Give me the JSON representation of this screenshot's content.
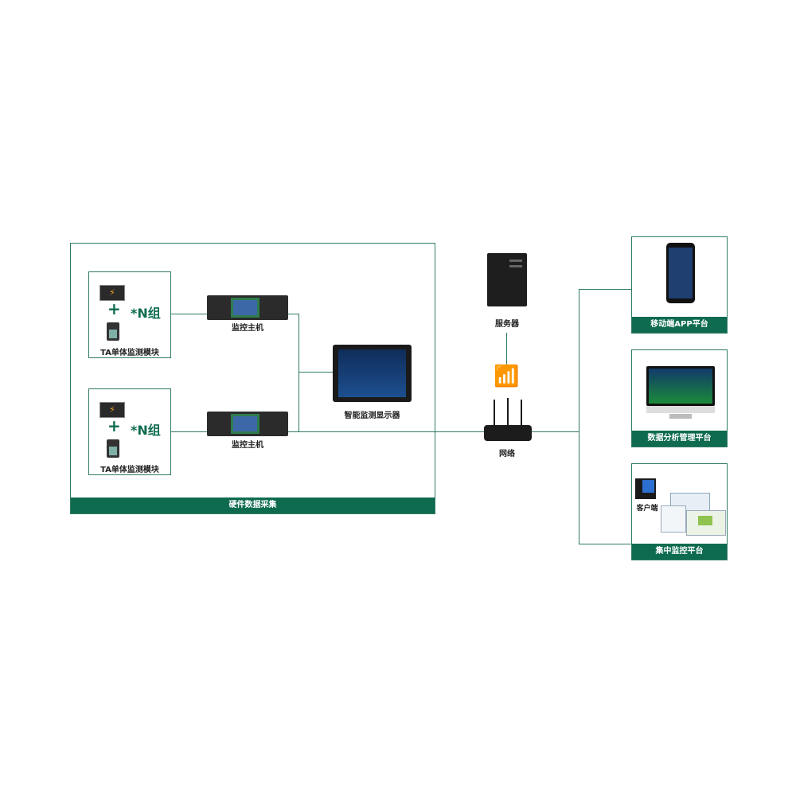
{
  "hardware": {
    "title": "硬件数据采集",
    "groups": [
      {
        "plus": "+",
        "count": "*N组",
        "module": "TA单体监测模块",
        "host": "监控主机"
      },
      {
        "plus": "+",
        "count": "*N组",
        "module": "TA单体监测模块",
        "host": "监控主机"
      }
    ],
    "display": "智能监测显示器"
  },
  "server": "服务器",
  "network": "网络",
  "platforms": [
    {
      "title": "移动端APP平台"
    },
    {
      "title": "数据分析管理平台"
    },
    {
      "title": "集中监控平台",
      "client": "客户端"
    }
  ],
  "colors": {
    "accent": "#0e6b50",
    "line": "#2f7a62"
  }
}
